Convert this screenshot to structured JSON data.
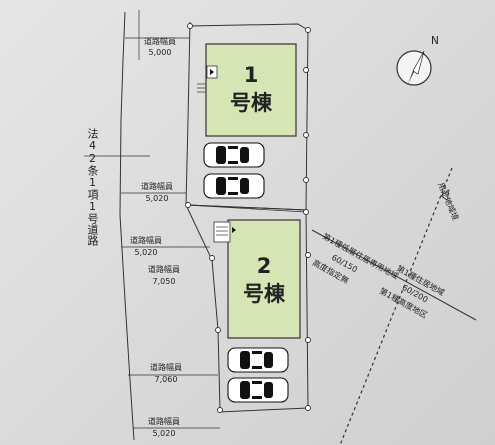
{
  "lots": [
    {
      "number": "1",
      "name": "号棟"
    },
    {
      "number": "2",
      "name": "号棟"
    }
  ],
  "road_widths": [
    {
      "label": "道路幅員",
      "value": "5,000"
    },
    {
      "label": "道路幅員",
      "value": "5,020"
    },
    {
      "label": "道路幅員",
      "value": "5,020"
    },
    {
      "label": "道路幅員",
      "value": "7,050"
    },
    {
      "label": "道路幅員",
      "value": "7,060"
    },
    {
      "label": "道路幅員",
      "value": "5,020"
    }
  ],
  "road_designation": "法42条1項1号道路",
  "zoning": {
    "left": {
      "zone": "第1種低層住居専用地域",
      "ratio": "60/150",
      "height": "高度指定無"
    },
    "right": {
      "zone": "第1種住居地域",
      "ratio": "60/200",
      "height": "第1種高度地区"
    }
  },
  "boundary_label": "用途地域境",
  "compass": {
    "label": "N"
  },
  "colors": {
    "house_fill": "#d6e5b4",
    "car_glass": "#111111"
  }
}
